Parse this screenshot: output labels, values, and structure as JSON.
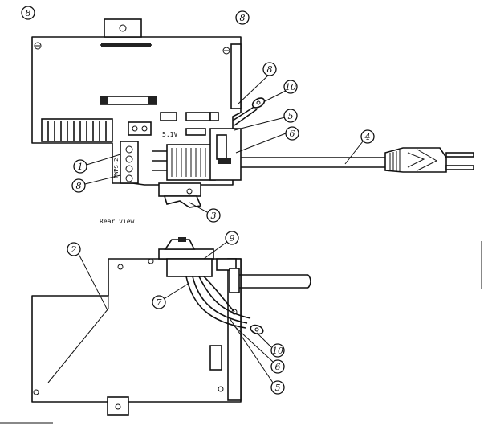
{
  "diagram": {
    "view_label": "Rear view",
    "voltage_label": "5.1V",
    "board_label": "PWPS-2",
    "callouts": {
      "c8a": "8",
      "c8b": "8",
      "c8c": "8",
      "c8d": "8",
      "c10a": "10",
      "c5a": "5",
      "c6a": "6",
      "c4": "4",
      "c1": "1",
      "c3": "3",
      "c2": "2",
      "c9": "9",
      "c7": "7",
      "c10b": "10",
      "c6b": "6",
      "c5b": "5"
    }
  }
}
